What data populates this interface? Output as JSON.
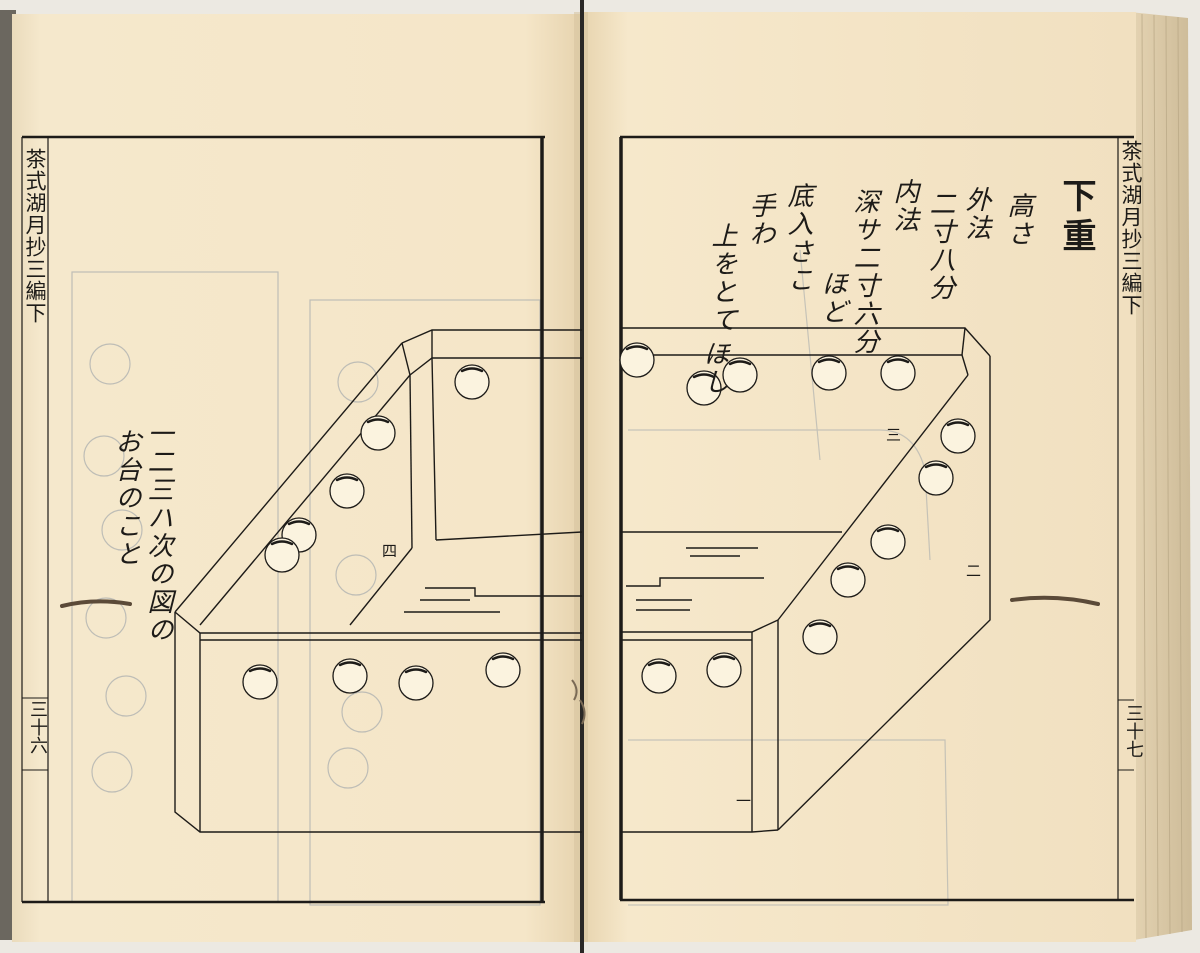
{
  "book": {
    "left_page": {
      "margin_title": "茶式湖月抄三編下",
      "folio": "三十六",
      "note": [
        "一二三ハ次の図の",
        "お台のこと"
      ]
    },
    "right_page": {
      "heading": "下重",
      "spec_lines": [
        "高さ",
        "外法",
        "二寸八分",
        "内法",
        "深サ二寸六分",
        "ほど",
        "底入さこ",
        "手わ",
        "上をとて",
        "ほし"
      ],
      "margin_title": "茶式湖月抄三編下",
      "folio": "三十七"
    },
    "side_numbers": {
      "one": "一",
      "two": "二",
      "three": "三",
      "four": "四"
    }
  },
  "colors": {
    "paper": "#f4e6c9",
    "ink": "#1d1b18",
    "ghost": "#9aa0a4",
    "spine": "#2a2826"
  }
}
